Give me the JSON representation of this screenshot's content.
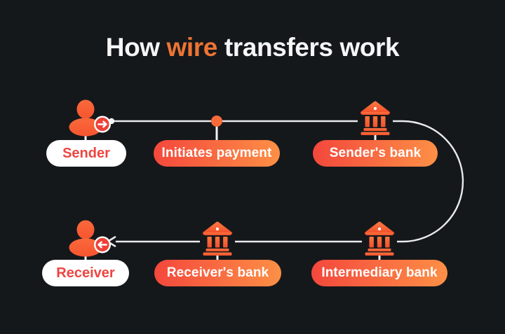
{
  "title": {
    "prefix": "How ",
    "highlight": "wire",
    "suffix": " transfers work"
  },
  "flow": {
    "sender": {
      "label": "Sender",
      "icon": "person-icon",
      "badge": "arrow-right-icon"
    },
    "initiates_payment": {
      "label": "Initiates payment",
      "icon": "dot-icon"
    },
    "senders_bank": {
      "label": "Sender's bank",
      "icon": "bank-icon"
    },
    "receiver": {
      "label": "Receiver",
      "icon": "person-icon",
      "badge": "arrow-left-icon"
    },
    "receivers_bank": {
      "label": "Receiver's bank",
      "icon": "bank-icon"
    },
    "intermediary_bank": {
      "label": "Intermediary bank",
      "icon": "bank-icon"
    }
  },
  "colors": {
    "background": "#15181b",
    "title_text": "#f6f6f7",
    "title_highlight": "#ee7434",
    "wire_line": "#e8eaec",
    "pill_gradient_start": "#f4473c",
    "pill_gradient_end": "#fd9046",
    "icon_orange_top": "#fb7540",
    "icon_orange_bottom": "#f34f2a",
    "badge_red": "#ee4138",
    "white_pill_text": "#ee4540",
    "payment_dot": "#f76a3a"
  }
}
